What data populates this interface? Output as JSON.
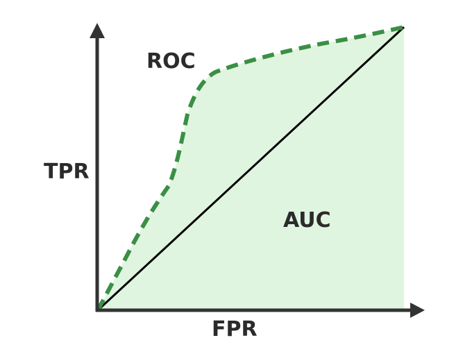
{
  "labels": {
    "roc": "ROC",
    "tpr": "TPR",
    "fpr": "FPR",
    "auc": "AUC"
  },
  "colors": {
    "auc_fill": "#e0f5e0",
    "roc_curve": "#3a8f45",
    "diagonal": "#000000",
    "axes": "#333333",
    "text": "#2b2b2b"
  },
  "line_styles": {
    "roc_curve": "dashed",
    "diagonal": "solid"
  }
}
